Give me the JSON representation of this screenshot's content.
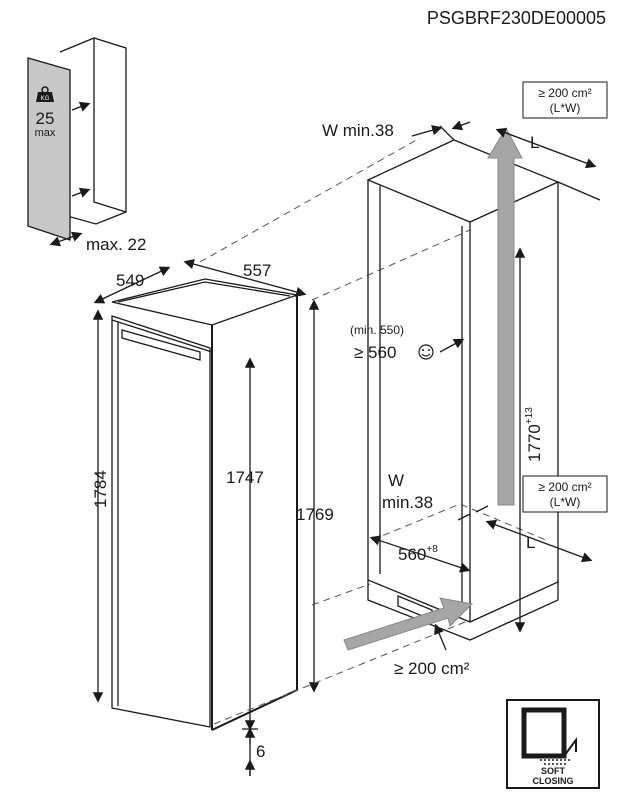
{
  "product_code": "PSGBRF230DE00005",
  "door_load": {
    "unit": "KG",
    "value": "25",
    "suffix": "max"
  },
  "door_thickness": "max. 22",
  "appliance": {
    "depth": "549",
    "width": "557",
    "total_height": "1784",
    "door_height": "1747",
    "body_height": "1769",
    "bottom_gap": "6"
  },
  "niche": {
    "top_gap": "W min.38",
    "rear_gap_label": "W",
    "rear_gap_value": "min.38",
    "min_depth": "(min. 550)",
    "rec_depth": "≥ 560",
    "height_main": "1770",
    "height_tol": "+13",
    "width_main": "560",
    "width_tol": "+8",
    "vent_top_l1": "≥ 200 cm²",
    "vent_top_l2": "(L*W)",
    "vent_rear_l1": "≥ 200 cm²",
    "vent_rear_l2": "(L*W)",
    "vent_bottom": "≥ 200 cm²",
    "l_label_top": "L",
    "l_label_bottom": "L"
  },
  "soft_close": {
    "line1": "SOFT",
    "line2": "CLOSING"
  },
  "colors": {
    "arrow": "#a6a6a6",
    "door": "#c8c8c8",
    "line": "#1a1a1a"
  }
}
